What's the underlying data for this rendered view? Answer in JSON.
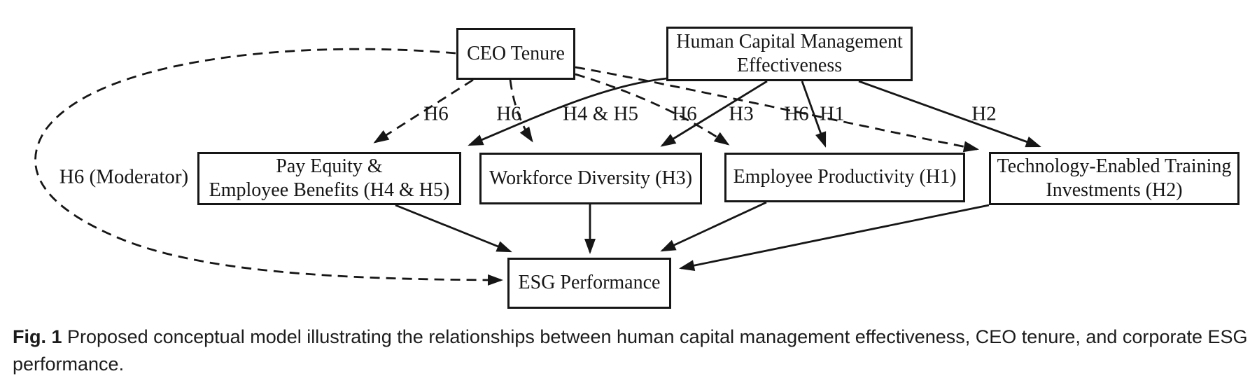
{
  "figure": {
    "nodes": {
      "ceo": {
        "label": "CEO Tenure"
      },
      "hcm": {
        "label": "Human Capital Management\nEffectiveness"
      },
      "pay": {
        "label": "Pay Equity &\nEmployee Benefits (H4 & H5)"
      },
      "wd": {
        "label": "Workforce Diversity (H3)"
      },
      "ep": {
        "label": "Employee Productivity (H1)"
      },
      "tech": {
        "label": "Technology-Enabled Training\nInvestments (H2)"
      },
      "esg": {
        "label": "ESG Performance"
      }
    },
    "edge_labels": {
      "h6_ceo_pay": "H6",
      "h6_ceo_wd": "H6",
      "h4h5_hcm_pay": "H4 & H5",
      "h6_ceo_ep": "H6",
      "h3_hcm_wd": "H3",
      "h6_ceo_tech": "H6",
      "h1_hcm_ep": "H1",
      "h2_hcm_tech": "H2",
      "h6_moderator": "H6 (Moderator)"
    },
    "edges": [
      {
        "from": "CEO Tenure",
        "to": "Pay Equity & Employee Benefits (H4 & H5)",
        "style": "dashed",
        "label": "H6"
      },
      {
        "from": "CEO Tenure",
        "to": "Workforce Diversity (H3)",
        "style": "dashed",
        "label": "H6"
      },
      {
        "from": "CEO Tenure",
        "to": "Employee Productivity (H1)",
        "style": "dashed",
        "label": "H6"
      },
      {
        "from": "CEO Tenure",
        "to": "Technology-Enabled Training Investments (H2)",
        "style": "dashed",
        "label": "H6"
      },
      {
        "from": "CEO Tenure",
        "to": "ESG Performance",
        "style": "dashed",
        "label": "H6 (Moderator)"
      },
      {
        "from": "Human Capital Management Effectiveness",
        "to": "Pay Equity & Employee Benefits (H4 & H5)",
        "style": "solid",
        "label": "H4 & H5"
      },
      {
        "from": "Human Capital Management Effectiveness",
        "to": "Workforce Diversity (H3)",
        "style": "solid",
        "label": "H3"
      },
      {
        "from": "Human Capital Management Effectiveness",
        "to": "Employee Productivity (H1)",
        "style": "solid",
        "label": "H1"
      },
      {
        "from": "Human Capital Management Effectiveness",
        "to": "Technology-Enabled Training Investments (H2)",
        "style": "solid",
        "label": "H2"
      },
      {
        "from": "Pay Equity & Employee Benefits (H4 & H5)",
        "to": "ESG Performance",
        "style": "solid",
        "label": ""
      },
      {
        "from": "Workforce Diversity (H3)",
        "to": "ESG Performance",
        "style": "solid",
        "label": ""
      },
      {
        "from": "Employee Productivity (H1)",
        "to": "ESG Performance",
        "style": "solid",
        "label": ""
      },
      {
        "from": "Technology-Enabled Training Investments (H2)",
        "to": "ESG Performance",
        "style": "solid",
        "label": ""
      }
    ],
    "caption": {
      "prefix": "Fig. 1",
      "text": " Proposed conceptual model illustrating the relationships between human capital management effectiveness, CEO tenure, and corporate ESG performance."
    },
    "colors": {
      "ink": "#161616",
      "background": "#ffffff"
    }
  }
}
